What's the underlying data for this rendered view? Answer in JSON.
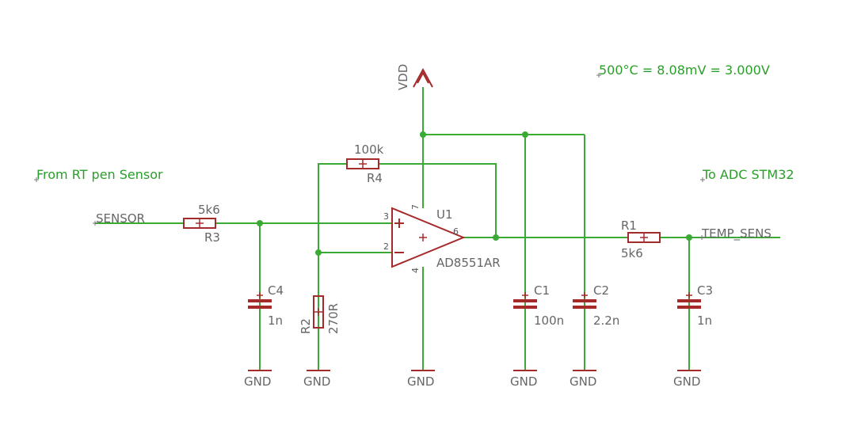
{
  "notes": {
    "formula": "500°C = 8.08mV = 3.000V",
    "input": "From RT pen Sensor",
    "output": "To ADC STM32"
  },
  "nets": {
    "sensor": "SENSOR",
    "temp_sens": "TEMP_SENS",
    "vdd": "VDD",
    "gnd": "GND"
  },
  "parts": {
    "r1": {
      "name": "R1",
      "value": "5k6"
    },
    "r2": {
      "name": "R2",
      "value": "270R"
    },
    "r3": {
      "name": "R3",
      "value": "5k6"
    },
    "r4": {
      "name": "R4",
      "value": "100k"
    },
    "c1": {
      "name": "C1",
      "value": "100n"
    },
    "c2": {
      "name": "C2",
      "value": "2.2n"
    },
    "c3": {
      "name": "C3",
      "value": "1n"
    },
    "c4": {
      "name": "C4",
      "value": "1n"
    },
    "u1": {
      "name": "U1",
      "value": "AD8551AR"
    }
  },
  "pins": {
    "p3": "3",
    "p2": "2",
    "p6": "6",
    "p7": "7",
    "p4": "4",
    "plus": "+",
    "minus": "−"
  },
  "colors": {
    "wire": "#3aaa35",
    "symbol": "#a52a2a",
    "label": "#666666"
  }
}
